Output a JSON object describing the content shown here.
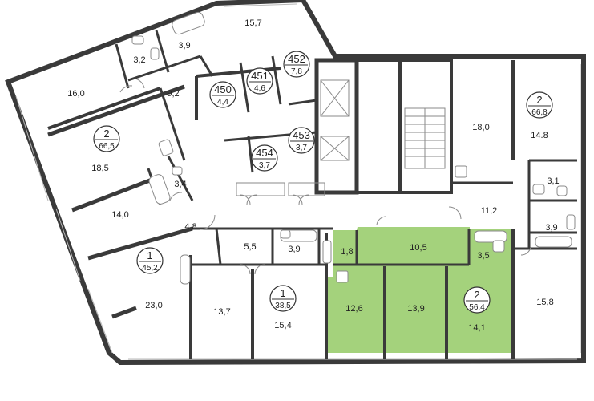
{
  "colors": {
    "highlight": "#a4d27c",
    "wall": "#3a3a3a",
    "fixture": "#8a8a8a",
    "background": "#ffffff"
  },
  "units": [
    {
      "id": "unit-2-left",
      "number": "2",
      "area": "66,5"
    },
    {
      "id": "unit-1-left",
      "number": "1",
      "area": "45,2"
    },
    {
      "id": "unit-450",
      "number": "450",
      "area": "4,4"
    },
    {
      "id": "unit-451",
      "number": "451",
      "area": "4,6"
    },
    {
      "id": "unit-452",
      "number": "452",
      "area": "7,8"
    },
    {
      "id": "unit-453",
      "number": "453",
      "area": "3,7"
    },
    {
      "id": "unit-454",
      "number": "454",
      "area": "3,7"
    },
    {
      "id": "unit-1-center",
      "number": "1",
      "area": "38,5"
    },
    {
      "id": "unit-2-highlight",
      "number": "2",
      "area": "56,4"
    },
    {
      "id": "unit-2-right",
      "number": "2",
      "area": "66,8"
    }
  ],
  "rooms": [
    {
      "id": "r-15-7",
      "label": "15,7"
    },
    {
      "id": "r-3-9-top",
      "label": "3,9"
    },
    {
      "id": "r-3-2",
      "label": "3,2"
    },
    {
      "id": "r-16-0",
      "label": "16,0"
    },
    {
      "id": "r-9-2",
      "label": "9,2"
    },
    {
      "id": "r-18-5",
      "label": "18,5"
    },
    {
      "id": "r-3-4",
      "label": "3,4"
    },
    {
      "id": "r-14-0",
      "label": "14,0"
    },
    {
      "id": "r-4-8",
      "label": "4,8"
    },
    {
      "id": "r-23-0",
      "label": "23,0"
    },
    {
      "id": "r-5-5",
      "label": "5,5"
    },
    {
      "id": "r-3-9-mid",
      "label": "3,9"
    },
    {
      "id": "r-13-7",
      "label": "13,7"
    },
    {
      "id": "r-15-4",
      "label": "15,4"
    },
    {
      "id": "r-1-8",
      "label": "1,8"
    },
    {
      "id": "r-10-5",
      "label": "10,5"
    },
    {
      "id": "r-3-5",
      "label": "3,5"
    },
    {
      "id": "r-12-6",
      "label": "12,6"
    },
    {
      "id": "r-13-9",
      "label": "13,9"
    },
    {
      "id": "r-14-1",
      "label": "14,1"
    },
    {
      "id": "r-18-0",
      "label": "18,0"
    },
    {
      "id": "r-14-8",
      "label": "14.8"
    },
    {
      "id": "r-3-1",
      "label": "3,1"
    },
    {
      "id": "r-11-2",
      "label": "11,2"
    },
    {
      "id": "r-3-9-right",
      "label": "3,9"
    },
    {
      "id": "r-15-8",
      "label": "15,8"
    }
  ]
}
